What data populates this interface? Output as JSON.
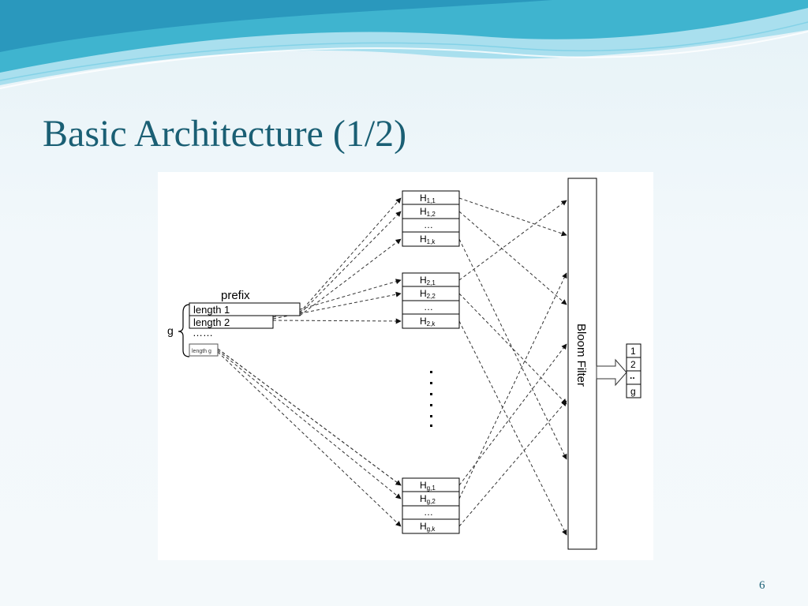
{
  "slide": {
    "title": "Basic Architecture (1/2)",
    "page_number": "6"
  },
  "colors": {
    "title": "#1a5f74",
    "wave_dark": "#3fb4cf",
    "wave_light": "#a9dfee"
  },
  "diagram": {
    "prefix_label": "prefix",
    "group_label": "g",
    "prefix_rows": [
      "length 1",
      "length 2"
    ],
    "prefix_ellipsis": "……",
    "prefix_last": "length g",
    "hash_groups": [
      {
        "subscripts": [
          "1,1",
          "1,2",
          "1,k"
        ]
      },
      {
        "subscripts": [
          "2,1",
          "2,2",
          "2,k"
        ]
      },
      {
        "subscripts": [
          "g,1",
          "g,2",
          "g,k"
        ]
      }
    ],
    "hash_letter": "H",
    "hash_ellipsis": "…",
    "bloom_filter_label": "Bloom Filter",
    "output_cells": [
      "1",
      "2",
      "..",
      "g"
    ]
  }
}
